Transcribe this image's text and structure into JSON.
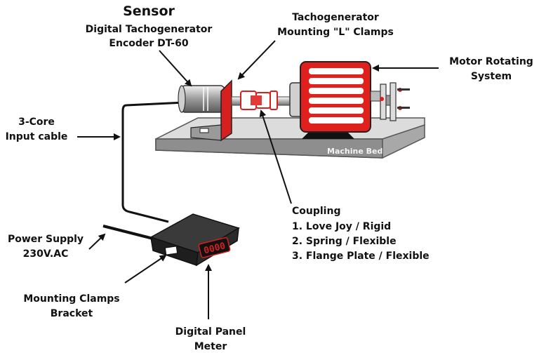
{
  "labels": {
    "sensor_title": "Sensor",
    "sensor_line1": "Digital Tachogenerator",
    "sensor_line2": "Encoder DT-60",
    "clamps_line1": "Tachogenerator",
    "clamps_line2": "Mounting \"L\" Clamps",
    "motor_line1": "Motor Rotating",
    "motor_line2": "System",
    "cable_line1": "3-Core",
    "cable_line2": "Input cable",
    "machine_bed": "Machine Bed",
    "coupling_title": "Coupling",
    "coupling_items": [
      "1. Love Joy / Rigid",
      "2. Spring / Flexible",
      "3. Flange Plate / Flexible"
    ],
    "power_line1": "Power Supply",
    "power_line2": "230V.AC",
    "bracket_line1": "Mounting Clamps",
    "bracket_line2": "Bracket",
    "meter_line1": "Digital Panel",
    "meter_line2": "Meter",
    "meter_display": "0000"
  },
  "colors": {
    "motor_red": "#e0201c",
    "clamp_red": "#d61f1f",
    "bed_gray": "#c9c9c9",
    "meter_body": "#222222",
    "display_red": "#d42020"
  }
}
